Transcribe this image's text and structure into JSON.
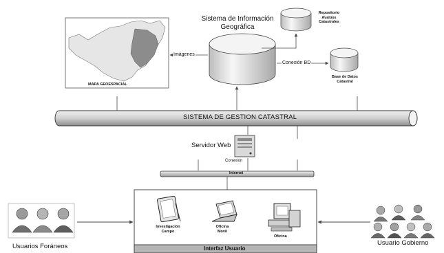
{
  "gis": {
    "title": "Sistema de Información Geográfica"
  },
  "repository": {
    "label": "Repositorio Avalúos Catastrales"
  },
  "database": {
    "label": "Base de Datos Catastral"
  },
  "map": {
    "label": "MAPA GEOESPACIAL"
  },
  "links": {
    "images": "Imágenes",
    "db_connection": "Conexión BD",
    "connection": "Conexion"
  },
  "bus": {
    "label": "SISTEMA DE GESTION CATASTRAL"
  },
  "web_server": {
    "label": "Servidor Web"
  },
  "internet": {
    "label": "Internet"
  },
  "interface": {
    "label": "Interfaz Usuario",
    "devices": [
      {
        "label": "Investigación Campo",
        "icon": "tablet-icon"
      },
      {
        "label": "Oficina Movil",
        "icon": "laptop-icon"
      },
      {
        "label": "Oficina",
        "icon": "desktop-computer-icon"
      }
    ]
  },
  "users": {
    "foreign": "Usuarios Foráneos",
    "government": "Usuario Gobierno"
  },
  "colors": {
    "gray_light": "#e9e9e9",
    "gray_mid": "#bdbdbd",
    "gray_dark": "#7a7a7a",
    "map_region": "#8c8c8c",
    "line": "#4a4a4a"
  }
}
